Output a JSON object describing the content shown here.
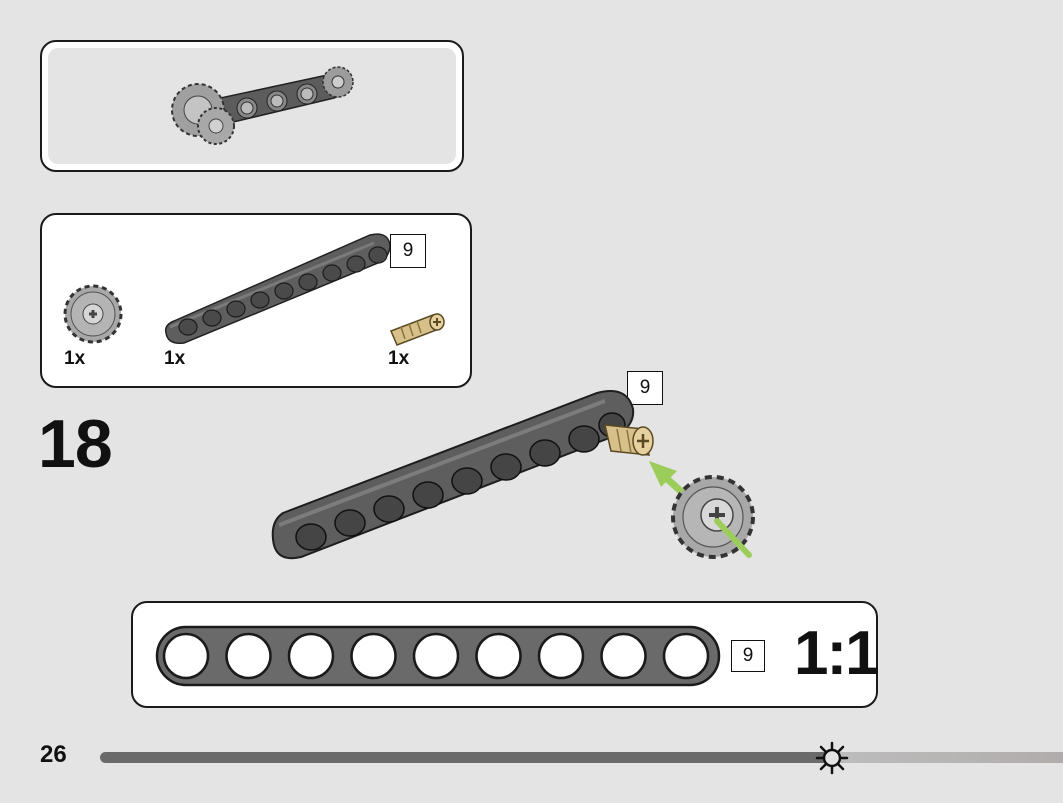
{
  "page": {
    "background": "#e4e4e4"
  },
  "parts_list": {
    "items": [
      {
        "icon": "gear-16-tooth-icon",
        "quantity": "1x"
      },
      {
        "icon": "liftarm-9-icon",
        "quantity": "1x",
        "length": "9"
      },
      {
        "icon": "axle-pin-icon",
        "quantity": "1x"
      }
    ]
  },
  "step": {
    "number": "18",
    "callout_length": "9"
  },
  "ruler": {
    "length": "9",
    "scale": "1:1"
  },
  "footer": {
    "page_number": "26",
    "progress": 0.76
  },
  "colors": {
    "beam": "#5e5e5e",
    "beam_dark": "#3e3e3e",
    "gear": "#a8a8a8",
    "pin_tan": "#d8c08a",
    "arrow": "#9ccc5a"
  }
}
